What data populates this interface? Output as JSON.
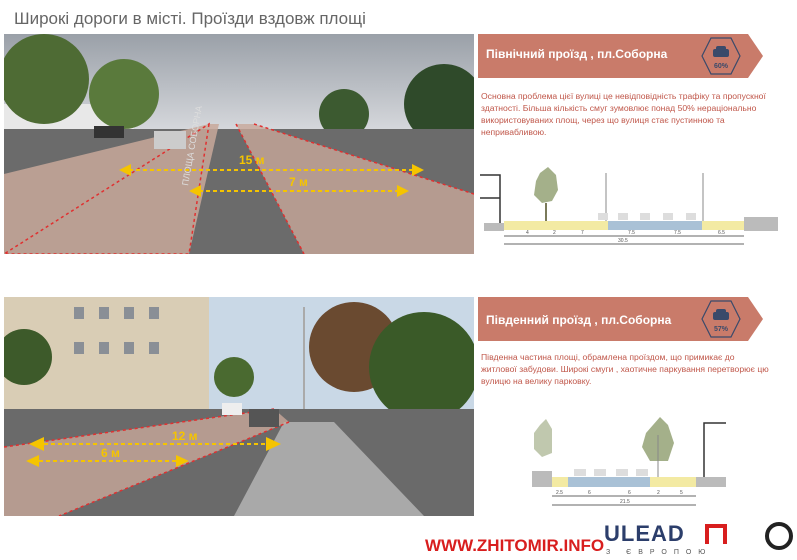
{
  "title": "Широкі дороги в місті. Проїзди вздовж площі",
  "north": {
    "heading": "Північний проїзд , пл.Соборна",
    "badge_pct": "60%",
    "description": "Основна проблема цієї вулиці це невідповідність трафіку та пропускної здатності. Більша кількість смуг зумовлює понад 50% нераціонально використовуваних площ,  через що вулиця стає пустинною та непривабливою.",
    "photo_labels": [
      "15 м",
      "7 м"
    ],
    "street_sign": "ПЛОЩА СОБОРНА",
    "dims": [
      "4",
      "2",
      "7",
      "7.5",
      "7.5",
      "6.5"
    ],
    "total": "30.5"
  },
  "south": {
    "heading": "Південний проїзд , пл.Соборна",
    "badge_pct": "57%",
    "description": "Південна частина площі, обрамлена проїздом, що примикає до житлової забудови. Широкі смуги , хаотичне паркування перетворює цю вулицю на велику парковку.",
    "photo_labels": [
      "12 м",
      "6 м"
    ],
    "dims": [
      "2.5",
      "6",
      "6",
      "2",
      "5"
    ],
    "total": "21.5"
  },
  "logos": {
    "ulead": "ULEAD",
    "ulead_sub": "З ЄВРОПОЮ",
    "watermark": "WWW.ZHITOMIR.INFO"
  },
  "colors": {
    "banner": "#c97b6a",
    "text": "#c0574a",
    "badge": "#3a4a6a",
    "arrow": "#f5c400"
  }
}
